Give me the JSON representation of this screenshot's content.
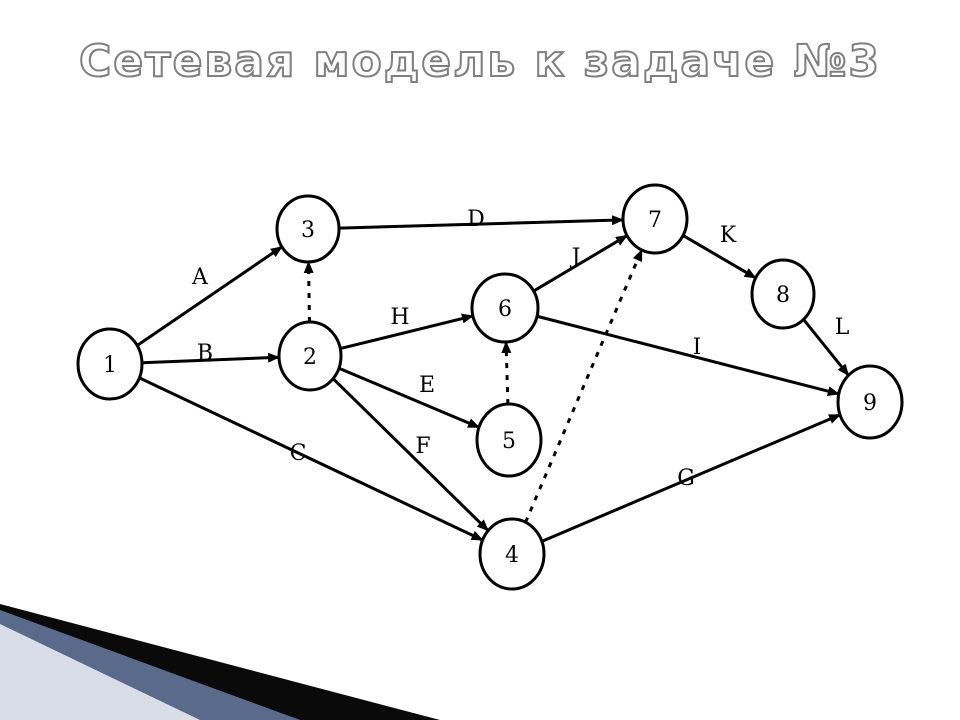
{
  "title": "Сетевая модель к задаче №3",
  "nodes": [
    {
      "id": "1",
      "label": "1"
    },
    {
      "id": "2",
      "label": "2"
    },
    {
      "id": "3",
      "label": "3"
    },
    {
      "id": "4",
      "label": "4"
    },
    {
      "id": "5",
      "label": "5"
    },
    {
      "id": "6",
      "label": "6"
    },
    {
      "id": "7",
      "label": "7"
    },
    {
      "id": "8",
      "label": "8"
    },
    {
      "id": "9",
      "label": "9"
    }
  ],
  "edges": [
    {
      "from": "1",
      "to": "3",
      "label": "A",
      "style": "solid"
    },
    {
      "from": "1",
      "to": "2",
      "label": "B",
      "style": "solid"
    },
    {
      "from": "1",
      "to": "4",
      "label": "C",
      "style": "solid"
    },
    {
      "from": "3",
      "to": "7",
      "label": "D",
      "style": "solid"
    },
    {
      "from": "2",
      "to": "5",
      "label": "E",
      "style": "solid"
    },
    {
      "from": "2",
      "to": "4",
      "label": "F",
      "style": "solid"
    },
    {
      "from": "4",
      "to": "9",
      "label": "G",
      "style": "solid"
    },
    {
      "from": "2",
      "to": "6",
      "label": "H",
      "style": "solid"
    },
    {
      "from": "6",
      "to": "9",
      "label": "I",
      "style": "solid"
    },
    {
      "from": "6",
      "to": "7",
      "label": "J",
      "style": "solid"
    },
    {
      "from": "7",
      "to": "8",
      "label": "K",
      "style": "solid"
    },
    {
      "from": "8",
      "to": "9",
      "label": "L",
      "style": "solid"
    },
    {
      "from": "2",
      "to": "3",
      "label": "",
      "style": "dashed"
    },
    {
      "from": "5",
      "to": "6",
      "label": "",
      "style": "dashed"
    },
    {
      "from": "4",
      "to": "7",
      "label": "",
      "style": "dashed"
    }
  ]
}
